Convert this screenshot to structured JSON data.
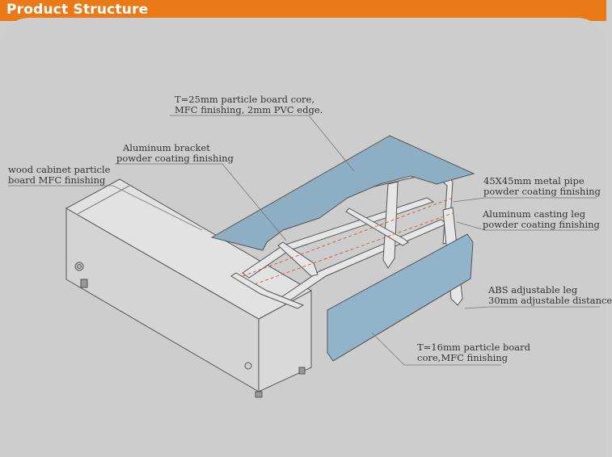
{
  "header": {
    "title": "Product Structure",
    "accent": "#ea7a17"
  },
  "labels": {
    "top_board": [
      "T=25mm particle board core,",
      "MFC finishing, 2mm PVC edge."
    ],
    "bracket": [
      "Aluminum bracket",
      "powder coating finishing"
    ],
    "cabinet": [
      "wood cabinet particle",
      "board MFC finishing"
    ],
    "pipe": [
      "45X45mm metal pipe",
      "powder coating finishing"
    ],
    "casting_leg": [
      "Aluminum casting leg",
      "powder coating finishing"
    ],
    "abs_leg": [
      "ABS adjustable leg",
      "30mm adjustable distance"
    ],
    "modesty_panel": [
      "T=16mm particle board",
      "core,MFC finishing"
    ]
  }
}
